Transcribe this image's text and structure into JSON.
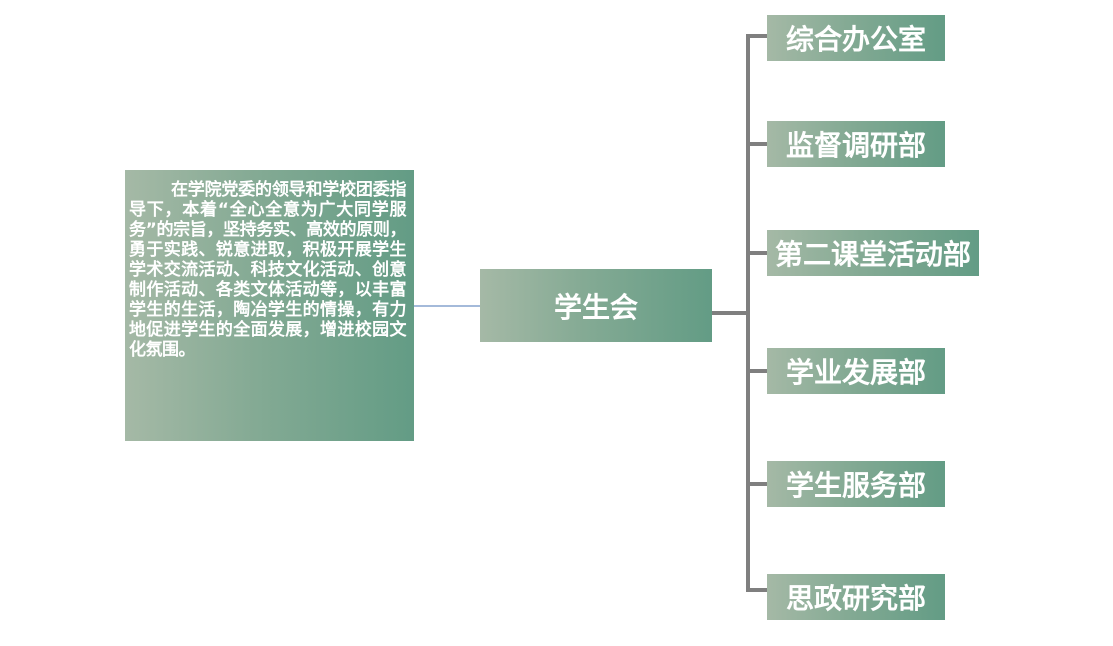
{
  "description": "在学院党委的领导和学校团委指导下，本着“全心全意为广大同学服务”的宗旨，坚持务实、高效的原则，勇于实践、锐意进取，积极开展学生学术交流活动、科技文化活动、创意制作活动、各类文体活动等，以丰富学生的生活，陶冶学生的情操，有力地促进学生的全面发展，增进校园文化氛围。",
  "center": "学生会",
  "departments": [
    "综合办公室",
    "监督调研部",
    "第二课堂活动部",
    "学业发展部",
    "学生服务部",
    "思政研究部"
  ],
  "colors": {
    "box_gradient_start": "#a5b9a6",
    "box_gradient_end": "#639c85",
    "connector_gray": "#7f7f7f",
    "connector_blue": "#4a74b5"
  }
}
